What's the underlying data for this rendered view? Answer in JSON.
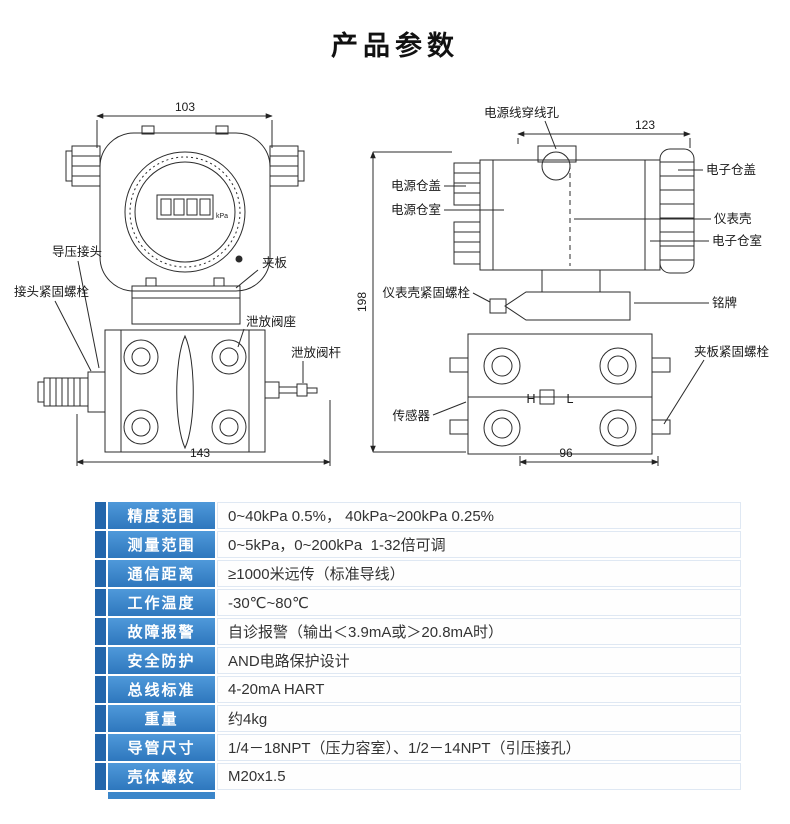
{
  "title": "产品参数",
  "drawing": {
    "left": {
      "dim_top": "103",
      "dim_bottom": "143",
      "display_unit": "kPa",
      "labels": {
        "pressure_connector": "导压接头",
        "connector_bolt": "接头紧固螺栓",
        "clamp_plate": "夹板",
        "vent_valve_seat": "泄放阀座",
        "vent_valve_stem": "泄放阀杆"
      }
    },
    "right": {
      "dim_top": "123",
      "dim_left": "198",
      "dim_bottom": "96",
      "labels": {
        "power_cable_hole": "电源线穿线孔",
        "electronics_cover": "电子仓盖",
        "power_cover": "电源仓盖",
        "power_chamber": "电源仓室",
        "instrument_shell": "仪表壳",
        "electronics_chamber": "电子仓室",
        "shell_bolt": "仪表壳紧固螺栓",
        "nameplate": "铭牌",
        "clamp_bolt": "夹板紧固螺栓",
        "sensor": "传感器",
        "port_h": "H",
        "port_l": "L"
      }
    }
  },
  "table": {
    "rows": [
      {
        "label": "精度范围",
        "value": "0~40kPa 0.5%， 40kPa~200kPa 0.25%"
      },
      {
        "label": "测量范围",
        "value": "0~5kPa，0~200kPa  1-32倍可调"
      },
      {
        "label": "通信距离",
        "value": "≥1000米远传（标准导线）"
      },
      {
        "label": "工作温度",
        "value": "-30℃~80℃"
      },
      {
        "label": "故障报警",
        "value": "自诊报警（输出＜3.9mA或＞20.8mA时）"
      },
      {
        "label": "安全防护",
        "value": "AND电路保护设计"
      },
      {
        "label": "总线标准",
        "value": "4-20mA HART"
      },
      {
        "label": "重量",
        "value": "约4kg"
      },
      {
        "label": "导管尺寸",
        "value": "1/4－18NPT（压力容室）、1/2－14NPT（引压接孔）"
      },
      {
        "label": "壳体螺纹",
        "value": "M20x1.5"
      }
    ]
  }
}
